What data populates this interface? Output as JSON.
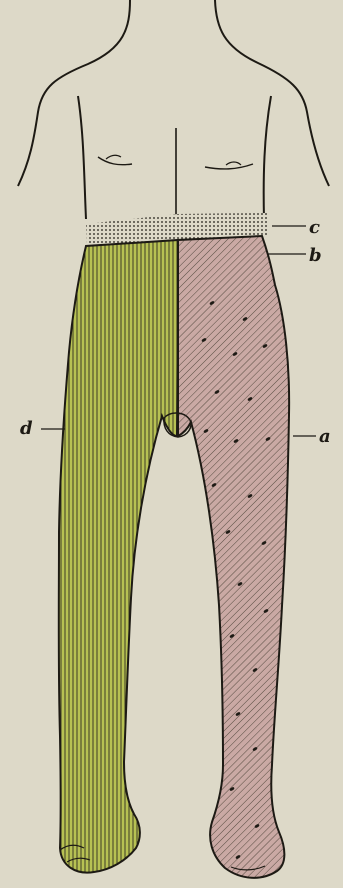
{
  "figure": {
    "labels": {
      "c": "c",
      "b": "b",
      "d": "d",
      "a": "a"
    }
  },
  "colors": {
    "background": "#ddd9c8",
    "green_shading": "#b7c153",
    "pink_shading": "#caa9a4",
    "ink": "#1d1a14"
  }
}
